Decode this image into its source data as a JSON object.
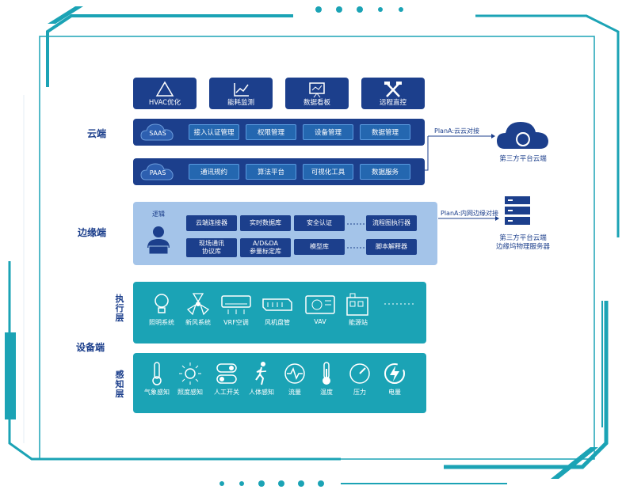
{
  "top_apps": [
    {
      "label": "HVAC优化",
      "icon": "triangle-icon"
    },
    {
      "label": "能耗监测",
      "icon": "line-chart-icon"
    },
    {
      "label": "数据看板",
      "icon": "presentation-board-icon"
    },
    {
      "label": "远程直控",
      "icon": "tools-icon"
    }
  ],
  "cloud": {
    "label": "云端",
    "saas_tag": "SAAS",
    "saas_items": [
      "接入认证管理",
      "权限管理",
      "设备管理",
      "数据管理"
    ],
    "paas_tag": "PAAS",
    "paas_items": [
      "通讯规约",
      "算法平台",
      "可视化工具",
      "数据服务"
    ]
  },
  "edge": {
    "label": "边缘端",
    "logic_label": "逻辑",
    "row1": [
      "云端连接器",
      "实时数据库",
      "安全认证",
      "流程图执行器"
    ],
    "row2": [
      "现场通讯\n协议库",
      "A/D&DA\n参量标定库",
      "模型库",
      "脚本解释器"
    ]
  },
  "devices": {
    "label": "设备端",
    "exec_label": "执\n行\n层",
    "sense_label": "感\n知\n层",
    "exec_items": [
      {
        "label": "照明系统",
        "icon": "bulb-icon"
      },
      {
        "label": "新风系统",
        "icon": "fan-icon"
      },
      {
        "label": "VRF空调",
        "icon": "air-conditioner-icon"
      },
      {
        "label": "风机盘管",
        "icon": "fan-coil-icon"
      },
      {
        "label": "VAV",
        "icon": "vav-icon"
      },
      {
        "label": "能源站",
        "icon": "energy-station-icon"
      }
    ],
    "sense_items": [
      {
        "label": "气象感知",
        "icon": "thermometer-icon"
      },
      {
        "label": "照度感知",
        "icon": "sun-icon"
      },
      {
        "label": "人工开关",
        "icon": "switch-icon"
      },
      {
        "label": "人体感知",
        "icon": "walking-person-icon"
      },
      {
        "label": "流量",
        "icon": "flow-icon"
      },
      {
        "label": "温度",
        "icon": "temperature-icon"
      },
      {
        "label": "压力",
        "icon": "pressure-gauge-icon"
      },
      {
        "label": "电量",
        "icon": "power-icon"
      }
    ]
  },
  "external": {
    "cloud_link": "PlanA:云云对接",
    "cloud_name": "第三方平台云端",
    "edge_link": "PlanA:内网边缘对接",
    "server_name": "第三方平台云端\n边缘坞物理服务器"
  },
  "colors": {
    "dark_blue": "#1c3f8c",
    "mid_blue": "#2467b0",
    "light_blue": "#a4c4e9",
    "teal": "#1ba3b5",
    "frame_teal": "#1ba3b5"
  }
}
